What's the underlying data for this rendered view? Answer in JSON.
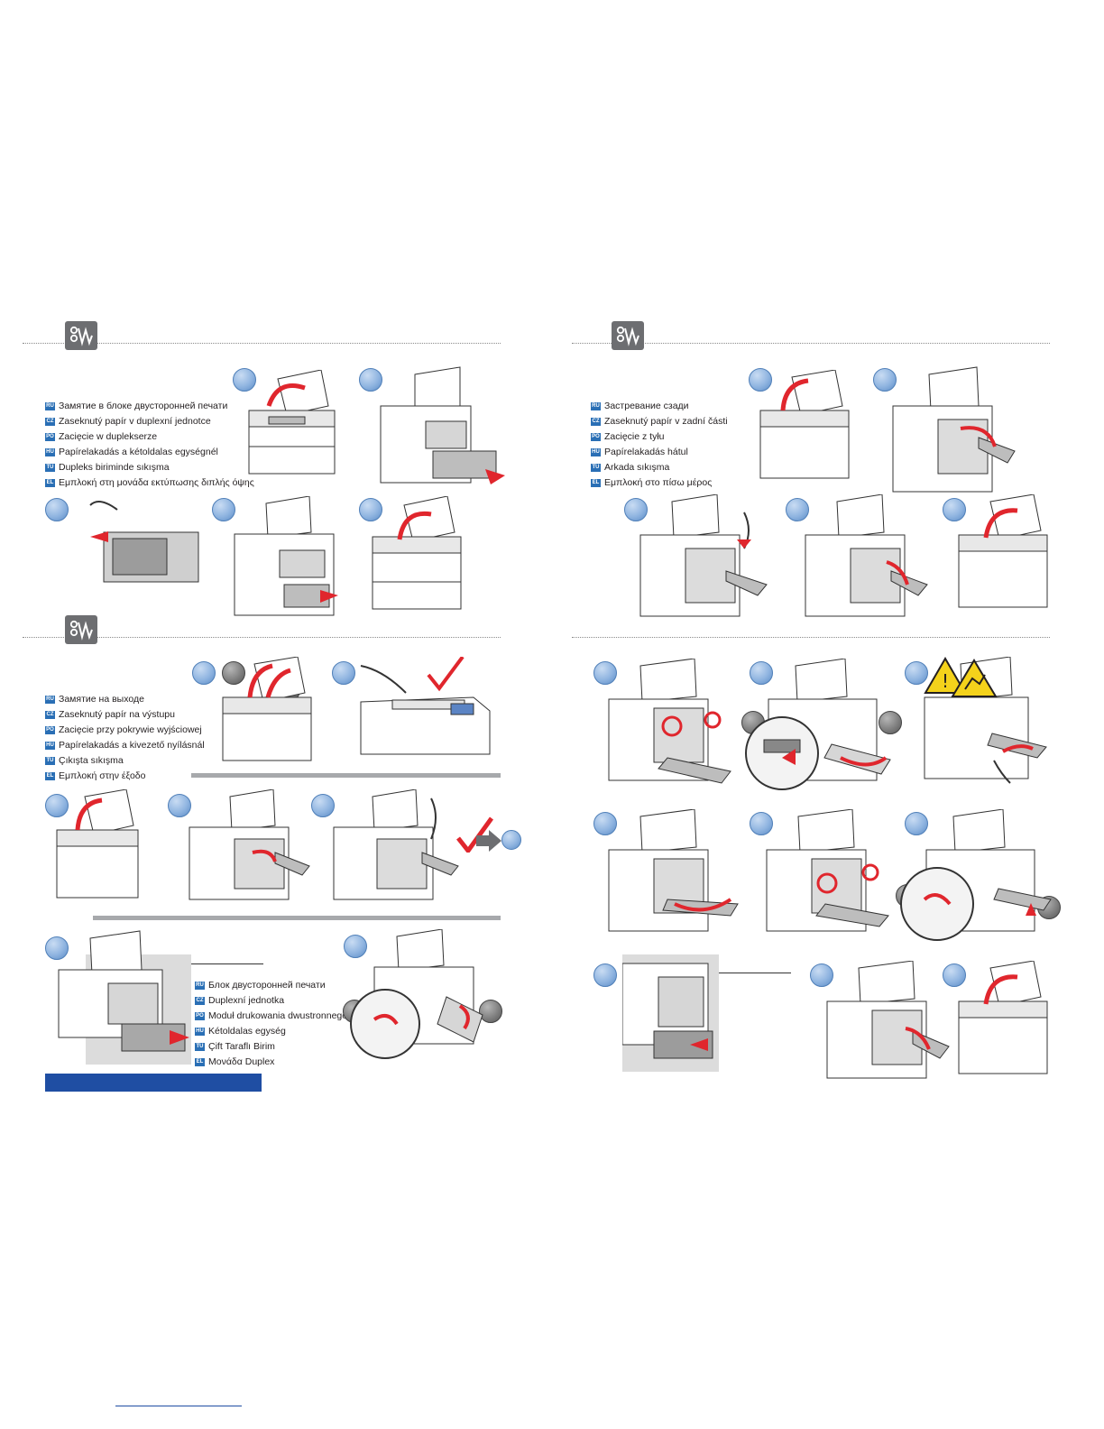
{
  "sections": {
    "duplex_jam": {
      "icon": "jam-clearing-icon",
      "labels": [
        {
          "code": "RU",
          "text": "Замятие в блоке двусторонней печати"
        },
        {
          "code": "CZ",
          "text": "Zaseknutý papír v duplexní jednotce"
        },
        {
          "code": "PO",
          "text": "Zacięcie w duplekserze"
        },
        {
          "code": "HU",
          "text": "Papírelakadás a kétoldalas egységnél"
        },
        {
          "code": "TU",
          "text": "Dupleks biriminde sıkışma"
        },
        {
          "code": "EL",
          "text": "Εμπλοκή στη μονάδα εκτύπωσης διπλής όψης"
        }
      ]
    },
    "rear_jam": {
      "icon": "jam-clearing-icon",
      "labels": [
        {
          "code": "RU",
          "text": "Застревание сзади"
        },
        {
          "code": "CZ",
          "text": "Zaseknutý papír v zadní části"
        },
        {
          "code": "PO",
          "text": "Zacięcie z tyłu"
        },
        {
          "code": "HU",
          "text": "Papírelakadás hátul"
        },
        {
          "code": "TU",
          "text": "Arkada sıkışma"
        },
        {
          "code": "EL",
          "text": "Εμπλοκή στο πίσω μέρος"
        }
      ]
    },
    "exit_jam": {
      "icon": "jam-clearing-icon",
      "labels": [
        {
          "code": "RU",
          "text": "Замятие на выходе"
        },
        {
          "code": "CZ",
          "text": "Zaseknutý papír na výstupu"
        },
        {
          "code": "PO",
          "text": "Zacięcie przy pokrywie wyjściowej"
        },
        {
          "code": "HU",
          "text": "Papírelakadás a kivezető nyílásnál"
        },
        {
          "code": "TU",
          "text": "Çıkışta sıkışma"
        },
        {
          "code": "EL",
          "text": "Εμπλοκή στην έξοδο"
        }
      ]
    },
    "duplex_unit_callout": {
      "labels": [
        {
          "code": "RU",
          "text": "Блок двусторонней печати"
        },
        {
          "code": "CZ",
          "text": "Duplexní jednotka"
        },
        {
          "code": "PO",
          "text": "Moduł drukowania dwustronnego"
        },
        {
          "code": "HU",
          "text": "Kétoldalas egység"
        },
        {
          "code": "TU",
          "text": "Çift Taraflı Birim"
        },
        {
          "code": "EL",
          "text": "Μονάδα Duplex"
        }
      ]
    }
  },
  "colors": {
    "step_marker": "#8fb4e0",
    "lang_badge": "#2a6fb5",
    "arrow": "#e0262d",
    "checkmark": "#e0262d",
    "blue_bar": "#1f4ea3",
    "separator": "#a7a9ac"
  }
}
